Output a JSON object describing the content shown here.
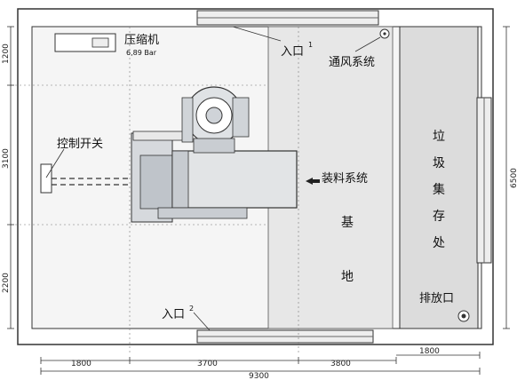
{
  "labels": {
    "compressor": "压缩机",
    "pressure": "6,89 Bar",
    "entrance1_text": "入口",
    "entrance1_num": "1",
    "ventilation": "通风系统",
    "control_switch": "控制开关",
    "loading_system": "装料系统",
    "foundation": [
      "基",
      "地"
    ],
    "garbage_storage": [
      "垃",
      "圾",
      "集",
      "存",
      "处"
    ],
    "drain": "排放口",
    "entrance2_text": "入口",
    "entrance2_num": "2"
  },
  "dimensions": {
    "left": [
      "1200",
      "3100",
      "2200"
    ],
    "right_total": "6500",
    "bottom": [
      "1800",
      "3700",
      "3800"
    ],
    "bottom_total": "9300",
    "bottom_right": "1800"
  },
  "colors": {
    "wall": "#ffffff",
    "floor": "#f4f4f4",
    "foundation": "#e6e6e6",
    "storage": "#dadada",
    "line": "#333333",
    "machine": "#cfd3d8"
  }
}
